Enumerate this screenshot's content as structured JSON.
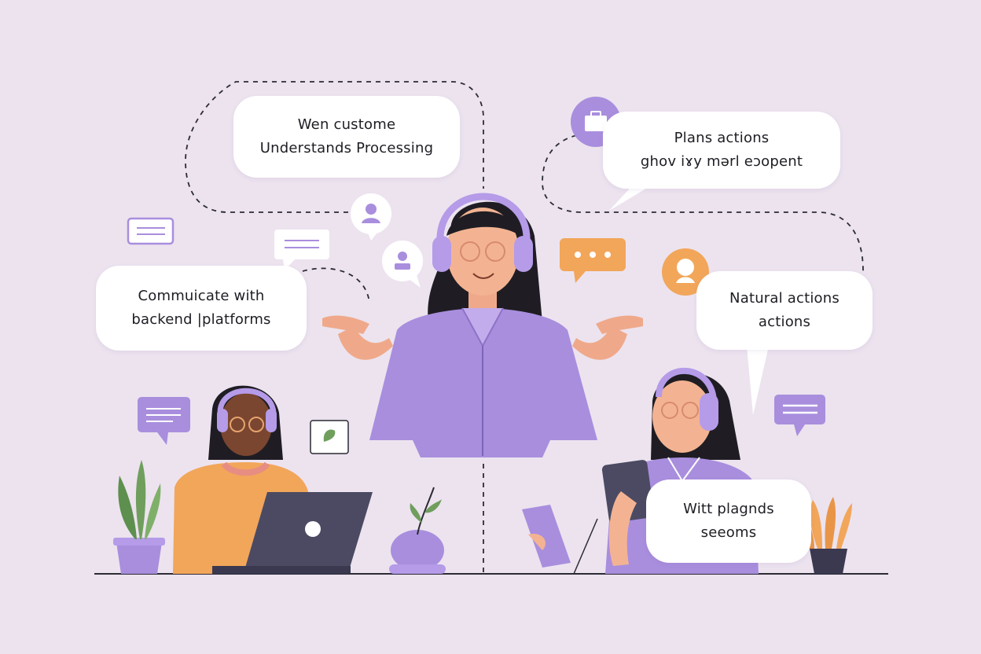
{
  "colors": {
    "background": "#ece3ef",
    "accent_purple": "#a98ede",
    "accent_orange": "#f2a65a",
    "ink": "#1d1d24"
  },
  "bubbles": {
    "top_left": {
      "line1": "Wen custome",
      "line2": "Understands Processing"
    },
    "top_right": {
      "line1": "Plans actions",
      "line2": "ghov iɤy mərl eɔopent"
    },
    "mid_left": {
      "line1": "Commuicate with",
      "line2": "backend |platforms"
    },
    "mid_right": {
      "line1": "Natural actions",
      "line2": "actions"
    },
    "bottom_right": {
      "line1": "Witt plagnds",
      "line2": "seeoms"
    }
  },
  "icons": [
    "briefcase-icon",
    "person-icon",
    "user-card-icon",
    "orange-chat-icon",
    "orange-face-icon",
    "text-box-icon",
    "message-icon",
    "speech-bubble-icon",
    "leaf-square-icon",
    "purple-chat-icon"
  ]
}
